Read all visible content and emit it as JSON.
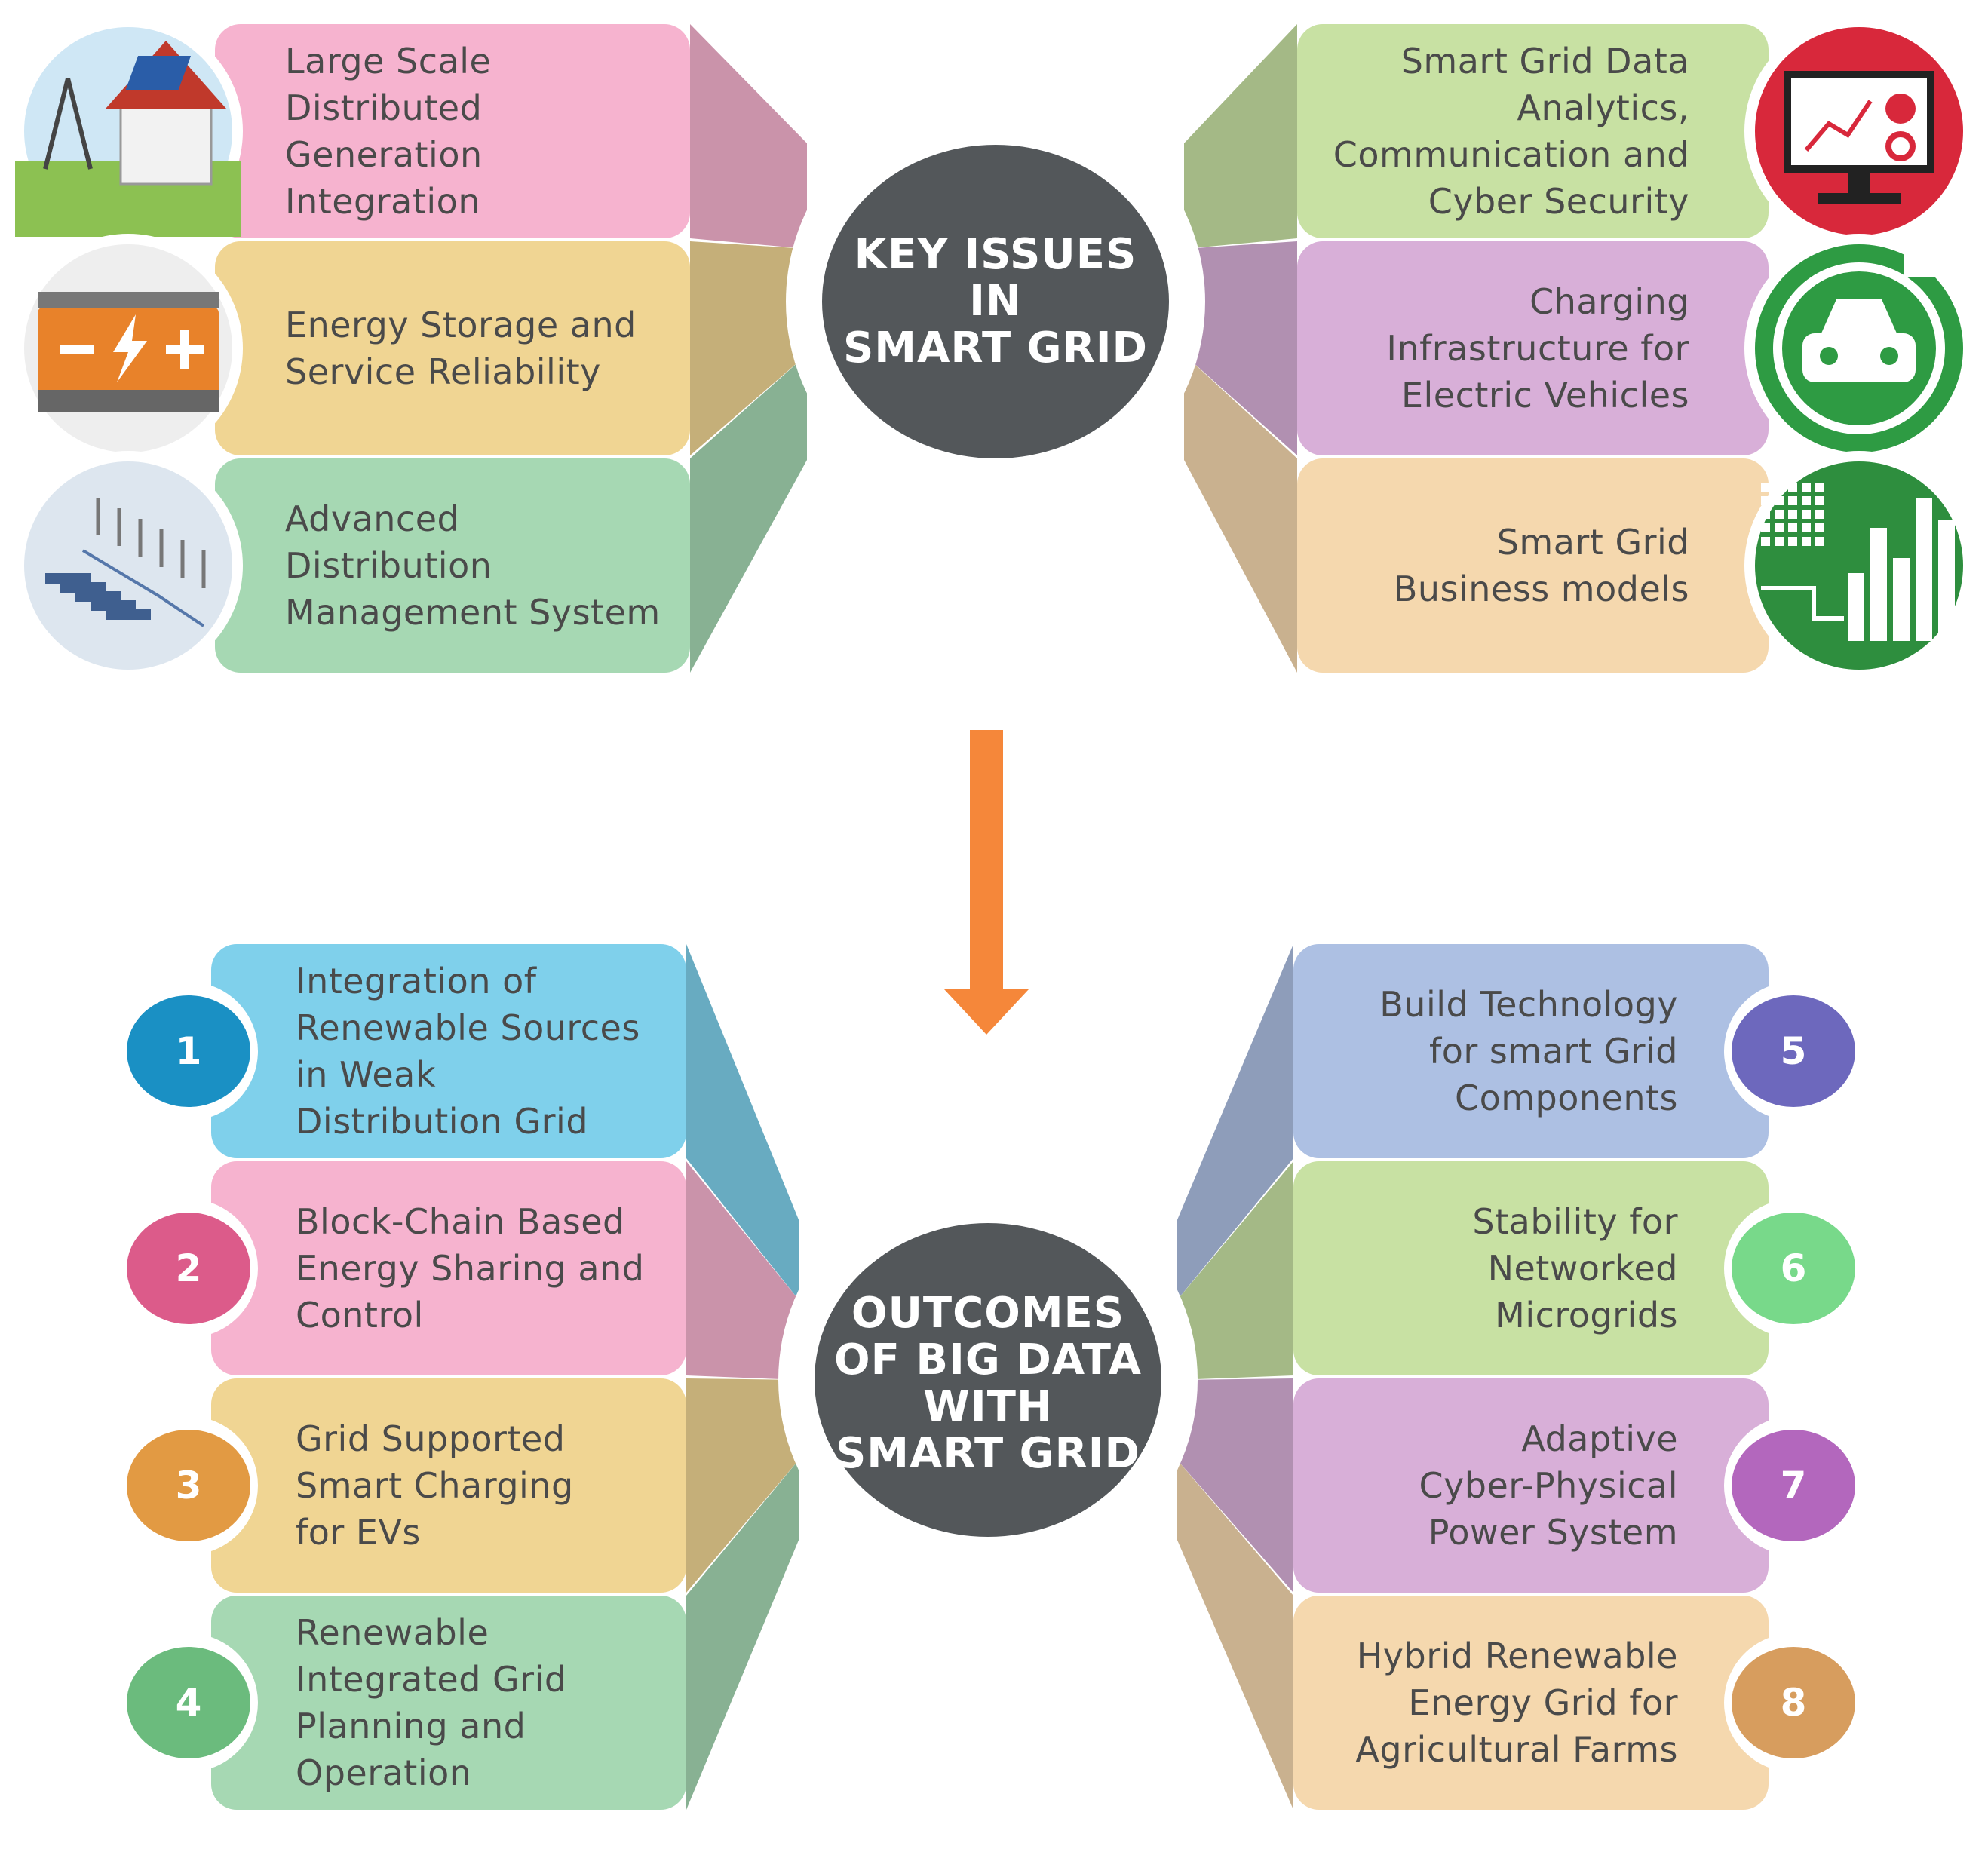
{
  "top_hub": [
    "KEY ISSUES",
    "IN",
    "SMART GRID"
  ],
  "bottom_hub": [
    "OUTCOMES",
    "OF BIG DATA",
    "WITH",
    "SMART GRID"
  ],
  "key_issues_left": [
    {
      "lines": [
        "Large Scale",
        "Distributed",
        "Generation",
        "Integration"
      ],
      "color": "#f6b3cf",
      "icon": "solar-house-pylon-icon"
    },
    {
      "lines": [
        "Energy Storage and",
        "Service Reliability"
      ],
      "color": "#f0d593",
      "icon": "battery-icon"
    },
    {
      "lines": [
        "Advanced",
        "Distribution",
        "Management System"
      ],
      "color": "#a6d8b3",
      "icon": "distribution-network-icon"
    }
  ],
  "key_issues_right": [
    {
      "lines": [
        "Smart Grid Data",
        "Analytics,",
        "Communication and",
        "Cyber Security"
      ],
      "color": "#c8e1a3",
      "icon": "analytics-monitor-icon",
      "icon_color": "#d8283b"
    },
    {
      "lines": [
        "Charging",
        "Infrastructure for",
        "Electric Vehicles"
      ],
      "color": "#d8afd8",
      "icon": "ev-plug-car-icon",
      "icon_color": "#2e9b43"
    },
    {
      "lines": [
        "Smart Grid",
        "Business models"
      ],
      "color": "#f5d8ae",
      "icon": "bar-chart-icon",
      "icon_color": "#2e8e3e"
    }
  ],
  "outcomes_left": [
    {
      "number": "1",
      "lines": [
        "Integration of",
        "Renewable Sources",
        "in Weak",
        "Distribution Grid"
      ],
      "color": "#7fd0eb",
      "badge_color": "#1a90c4"
    },
    {
      "number": "2",
      "lines": [
        "Block-Chain Based",
        "Energy Sharing and",
        "Control"
      ],
      "color": "#f6b3cf",
      "badge_color": "#dc5b8a"
    },
    {
      "number": "3",
      "lines": [
        "Grid Supported",
        "Smart Charging",
        "for EVs"
      ],
      "color": "#f0d593",
      "badge_color": "#e29a43"
    },
    {
      "number": "4",
      "lines": [
        "Renewable",
        "Integrated Grid",
        "Planning and",
        "Operation"
      ],
      "color": "#a6d8b3",
      "badge_color": "#6bbb7d"
    }
  ],
  "outcomes_right": [
    {
      "number": "5",
      "lines": [
        "Build Technology",
        "for smart Grid",
        "Components"
      ],
      "color": "#adc0e3",
      "badge_color": "#6d68bd"
    },
    {
      "number": "6",
      "lines": [
        "Stability for",
        "Networked",
        "Microgrids"
      ],
      "color": "#c8e1a3",
      "badge_color": "#78d98a"
    },
    {
      "number": "7",
      "lines": [
        "Adaptive",
        "Cyber-Physical",
        "Power System"
      ],
      "color": "#d8afd8",
      "badge_color": "#b367bd"
    },
    {
      "number": "8",
      "lines": [
        "Hybrid Renewable",
        "Energy Grid for",
        "Agricultural Farms"
      ],
      "color": "#f5d8ae",
      "badge_color": "#d79d5e"
    }
  ],
  "colors": {
    "hub": "#53575a",
    "arrow": "#f5873a",
    "text": "#4a4a4a"
  }
}
